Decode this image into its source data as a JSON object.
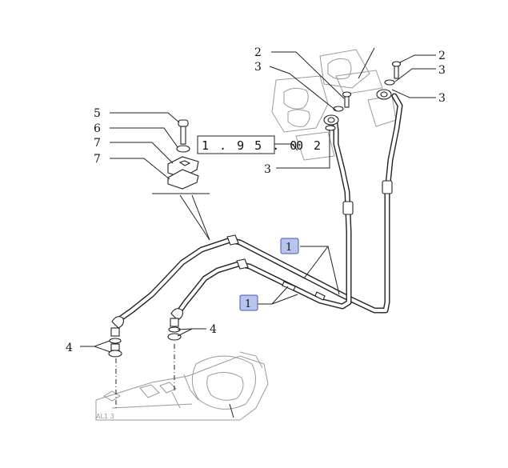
{
  "callouts": {
    "c2_top_left": "2",
    "c3_top_left": "3",
    "c2_right": "2",
    "c3_right_a": "3",
    "c3_right_b": "3",
    "c5": "5",
    "c6": "6",
    "c7_a": "7",
    "c7_b": "7",
    "c3_mid": "3",
    "c4_left": "4",
    "c4_mid": "4"
  },
  "reference_box": {
    "text": "1 . 9 5 . 0",
    "suffix": "0 2"
  },
  "badges": {
    "badge_upper": "1",
    "badge_lower": "1"
  },
  "colors": {
    "badge_fill": "#b8c4ee",
    "badge_stroke": "#4a5aa8",
    "line": "#222222"
  }
}
